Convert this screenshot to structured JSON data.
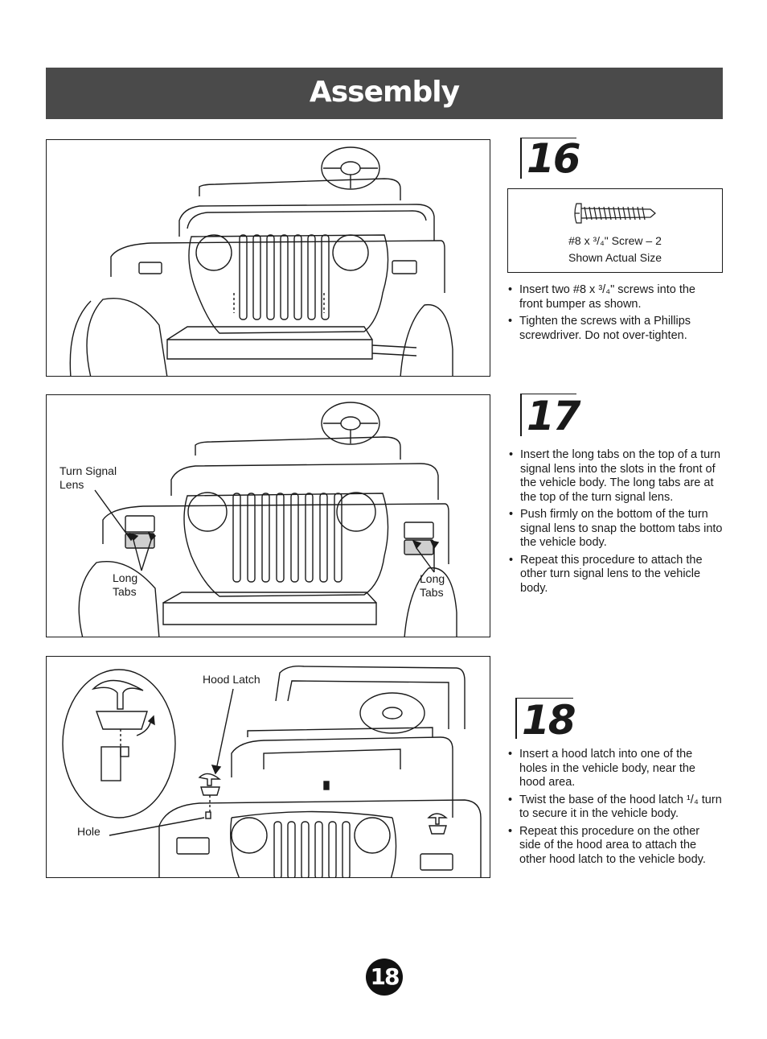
{
  "header": {
    "title": "Assembly"
  },
  "steps": [
    {
      "number": "16",
      "part": {
        "name": "#8 x ³/₄\" Screw – 2",
        "note": "Shown Actual Size"
      },
      "bullets": [
        "Insert two #8 x ³/₄\" screws into the front bumper as shown.",
        "Tighten the screws with a Phillips screwdriver. Do not over-tighten."
      ]
    },
    {
      "number": "17",
      "callouts": {
        "turn_signal_lens": "Turn Signal\nLens",
        "long_tabs_left": "Long\nTabs",
        "long_tabs_right": "Long\nTabs"
      },
      "bullets": [
        "Insert the long tabs on the top of a turn signal lens into the slots in the front of the vehicle body. The long tabs are at the top of the turn signal lens.",
        "Push firmly on the bottom of the turn signal lens to snap the bottom tabs into the vehicle body.",
        "Repeat this procedure to attach the other turn signal lens to the vehicle body."
      ]
    },
    {
      "number": "18",
      "callouts": {
        "hood_latch": "Hood Latch",
        "hole": "Hole"
      },
      "bullets": [
        "Insert a hood latch into one of the holes in the vehicle body, near the hood area.",
        "Twist the base of the hood latch ¹/₄ turn to secure it in the vehicle body.",
        "Repeat this procedure on the other side of the hood area to attach the other hood latch to the vehicle body."
      ]
    }
  ],
  "page_number": "18"
}
